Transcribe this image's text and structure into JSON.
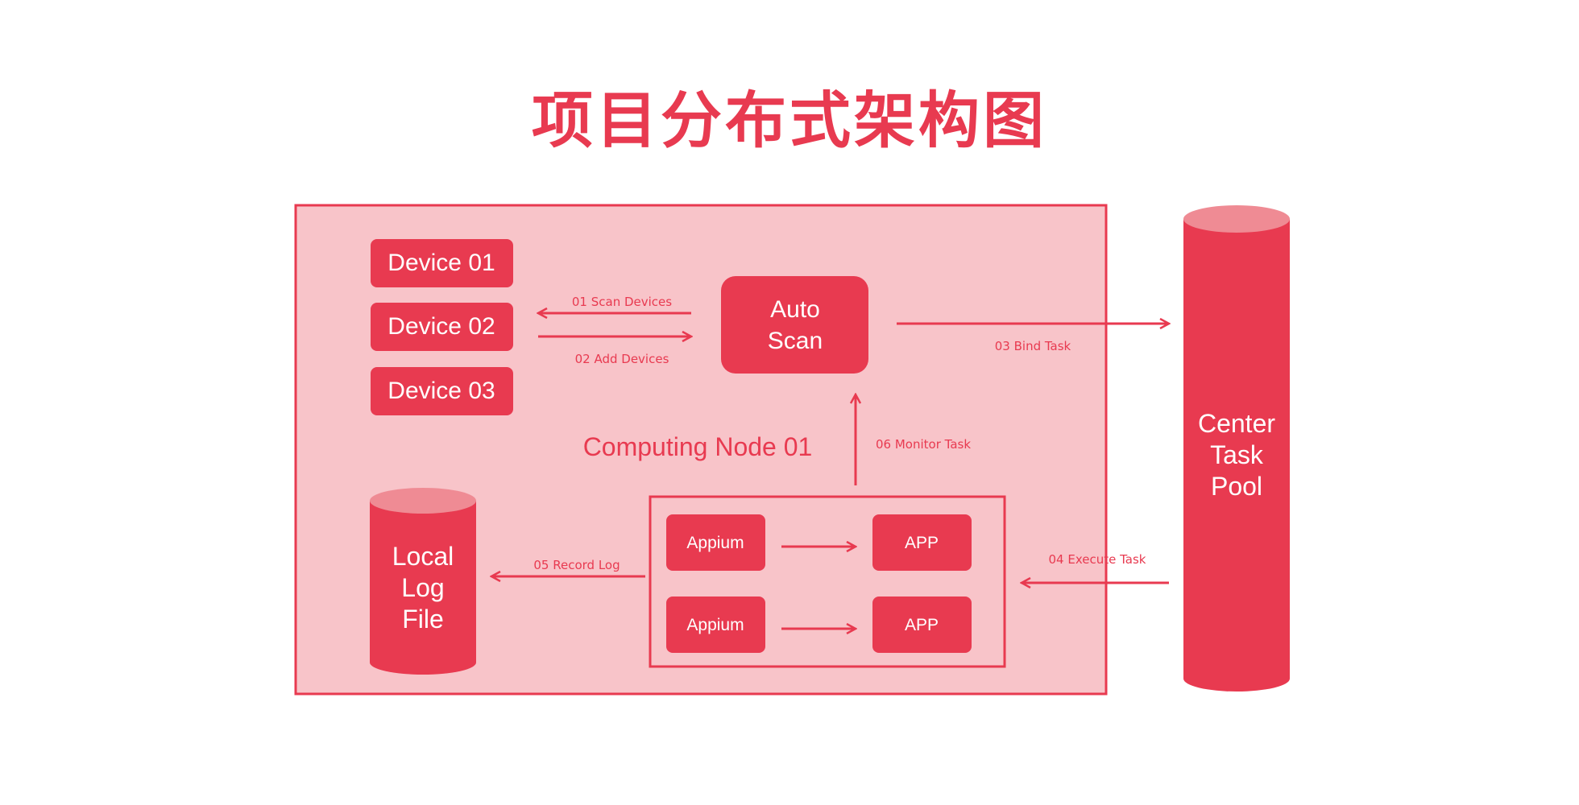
{
  "title": "项目分布式架构图",
  "node": {
    "label": "Computing Node 01",
    "devices": [
      "Device 01",
      "Device 02",
      "Device 03"
    ],
    "auto_scan": [
      "Auto",
      "Scan"
    ],
    "appium": [
      "Appium",
      "Appium"
    ],
    "app": [
      "APP",
      "APP"
    ],
    "local_log": [
      "Local",
      "Log",
      "File"
    ]
  },
  "center_pool": [
    "Center",
    "Task",
    "Pool"
  ],
  "edges": {
    "scan_devices": "01 Scan Devices",
    "add_devices": "02 Add Devices",
    "bind_task": "03 Bind Task",
    "execute_task": "04 Execute Task",
    "record_log": "05 Record Log",
    "monitor_task": "06 Monitor Task"
  },
  "colors": {
    "accent": "#e83a50",
    "panel": "#f8c4c9",
    "cylinder_top": "#ef8b94"
  }
}
